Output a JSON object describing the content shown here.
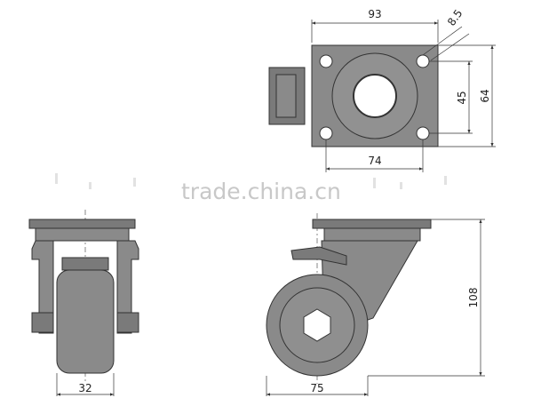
{
  "watermark": "trade.china.cn",
  "colors": {
    "part_fill": "#8a8a8a",
    "part_dark": "#6e6e6e",
    "line": "#333333",
    "watermark": "#c8c8c8"
  },
  "dimensions": {
    "top_plate_width": "93",
    "top_hole_offset": "8.5",
    "top_hole_spacing_y": "45",
    "top_plate_height": "64",
    "top_hole_spacing_x": "74",
    "front_wheel_width": "32",
    "side_wheel_diameter": "75",
    "side_total_height": "108"
  }
}
